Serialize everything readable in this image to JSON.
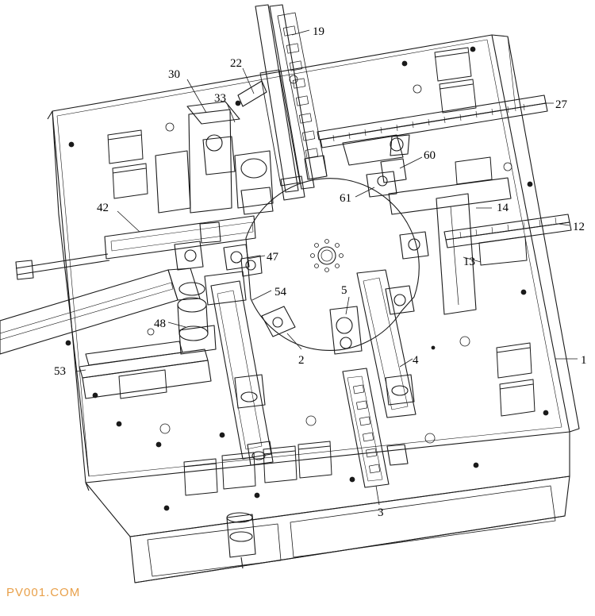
{
  "figure": {
    "labels": {
      "l1": "1",
      "l2": "2",
      "l3": "3",
      "l4": "4",
      "l5": "5",
      "l12": "12",
      "l13": "13",
      "l14": "14",
      "l19": "19",
      "l22": "22",
      "l27": "27",
      "l30": "30",
      "l33": "33",
      "l42": "42",
      "l47": "47",
      "l48": "48",
      "l53": "53",
      "l54": "54",
      "l60": "60",
      "l61": "61"
    }
  },
  "watermark": {
    "text": "PV001.COM",
    "color": "#e8a04a"
  },
  "colors": {
    "line": "#1a1a1a",
    "background": "#ffffff"
  }
}
